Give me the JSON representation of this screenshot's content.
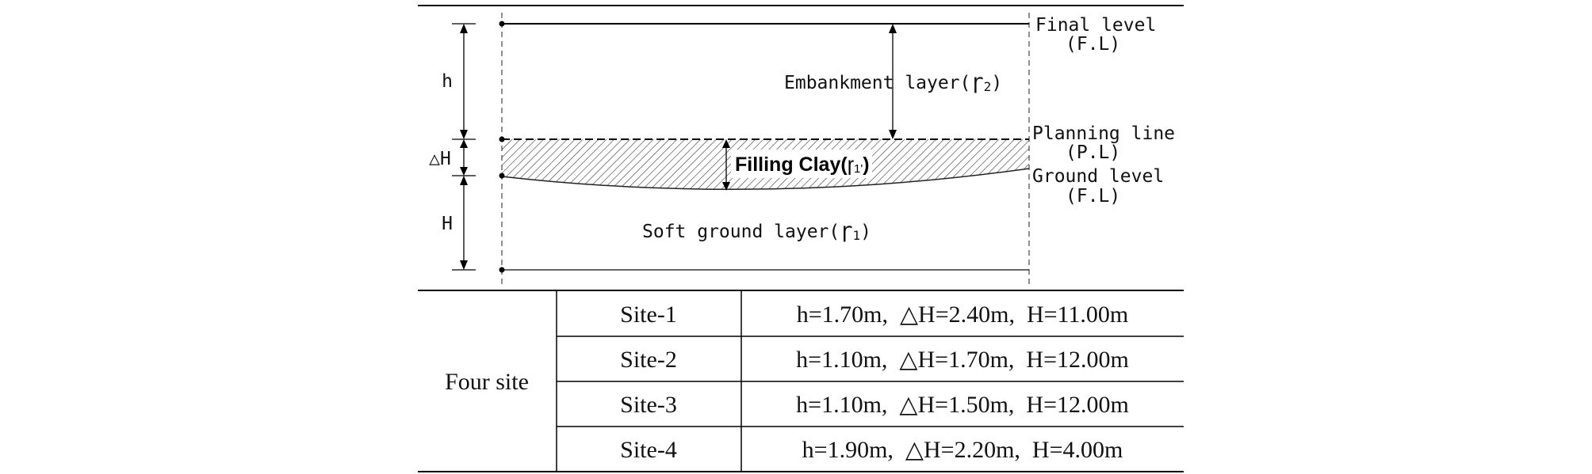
{
  "diagram": {
    "dims": {
      "h": "h",
      "delta_H": "△H",
      "H": "H"
    },
    "right_labels": {
      "final_level": "Final level",
      "final_level_abbr": "(F.L)",
      "planning_line": "Planning line",
      "planning_line_abbr": "(P.L)",
      "ground_level": "Ground level",
      "ground_level_abbr": "(F.L)"
    },
    "layers": {
      "embankment": "Embankment layer(",
      "embankment_symbol": "ɼ",
      "embankment_sub": "2",
      "embankment_close": ")",
      "filling_clay": "Filling Clay(",
      "filling_symbol": "ɼ",
      "filling_sub": "1'",
      "filling_close": ")",
      "soft_ground": "Soft ground layer(",
      "soft_symbol": "ɼ",
      "soft_sub": "1",
      "soft_close": ")"
    }
  },
  "table": {
    "group_label": "Four site",
    "rows": [
      {
        "site": "Site-1",
        "params": "h=1.70m,  △H=2.40m,  H=11.00m"
      },
      {
        "site": "Site-2",
        "params": "h=1.10m,  △H=1.70m,  H=12.00m"
      },
      {
        "site": "Site-3",
        "params": "h=1.10m,  △H=1.50m,  H=12.00m"
      },
      {
        "site": "Site-4",
        "params": "h=1.90m,  △H=2.20m,  H=4.00m"
      }
    ]
  }
}
